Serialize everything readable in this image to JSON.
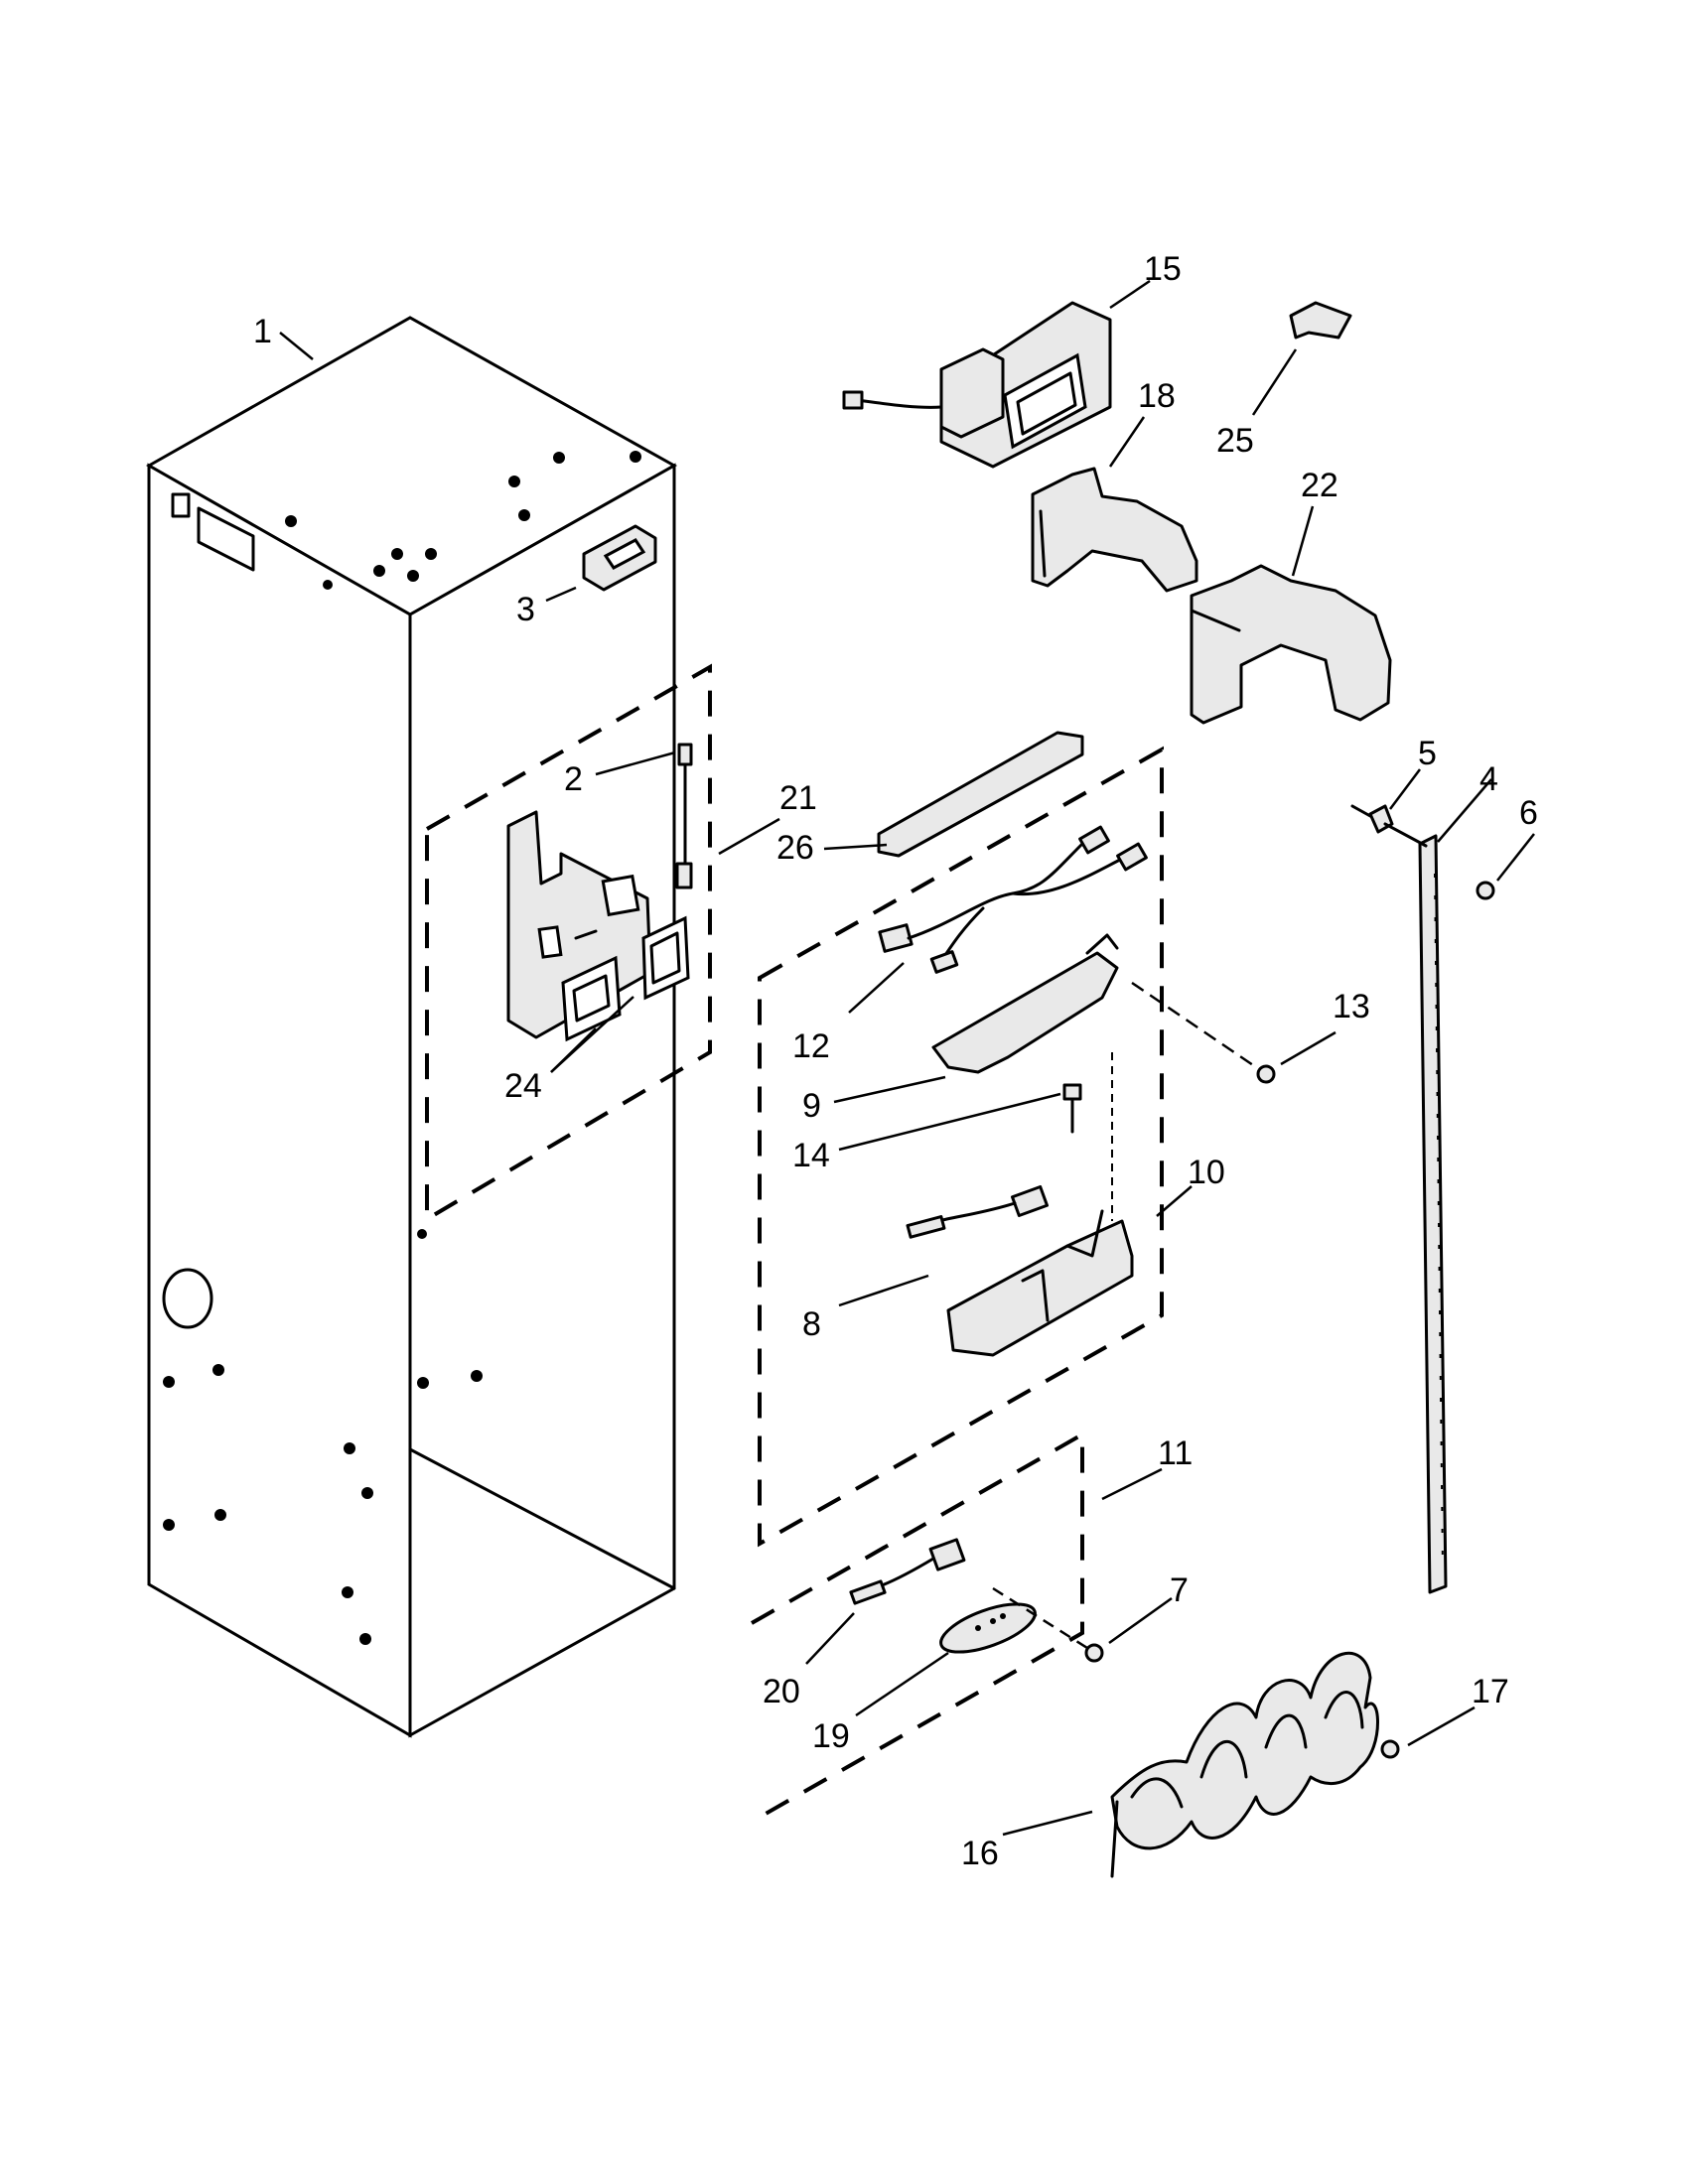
{
  "callouts": [
    {
      "id": "1",
      "text": "1"
    },
    {
      "id": "2",
      "text": "2"
    },
    {
      "id": "3",
      "text": "3"
    },
    {
      "id": "4",
      "text": "4"
    },
    {
      "id": "5",
      "text": "5"
    },
    {
      "id": "6",
      "text": "6"
    },
    {
      "id": "7",
      "text": "7"
    },
    {
      "id": "8",
      "text": "8"
    },
    {
      "id": "9",
      "text": "9"
    },
    {
      "id": "10",
      "text": "10"
    },
    {
      "id": "11",
      "text": "11"
    },
    {
      "id": "12",
      "text": "12"
    },
    {
      "id": "13",
      "text": "13"
    },
    {
      "id": "14",
      "text": "14"
    },
    {
      "id": "15",
      "text": "15"
    },
    {
      "id": "16",
      "text": "16"
    },
    {
      "id": "17",
      "text": "17"
    },
    {
      "id": "18",
      "text": "18"
    },
    {
      "id": "19",
      "text": "19"
    },
    {
      "id": "20",
      "text": "20"
    },
    {
      "id": "21",
      "text": "21"
    },
    {
      "id": "22",
      "text": "22"
    },
    {
      "id": "24",
      "text": "24"
    },
    {
      "id": "25",
      "text": "25"
    },
    {
      "id": "26",
      "text": "26"
    }
  ]
}
